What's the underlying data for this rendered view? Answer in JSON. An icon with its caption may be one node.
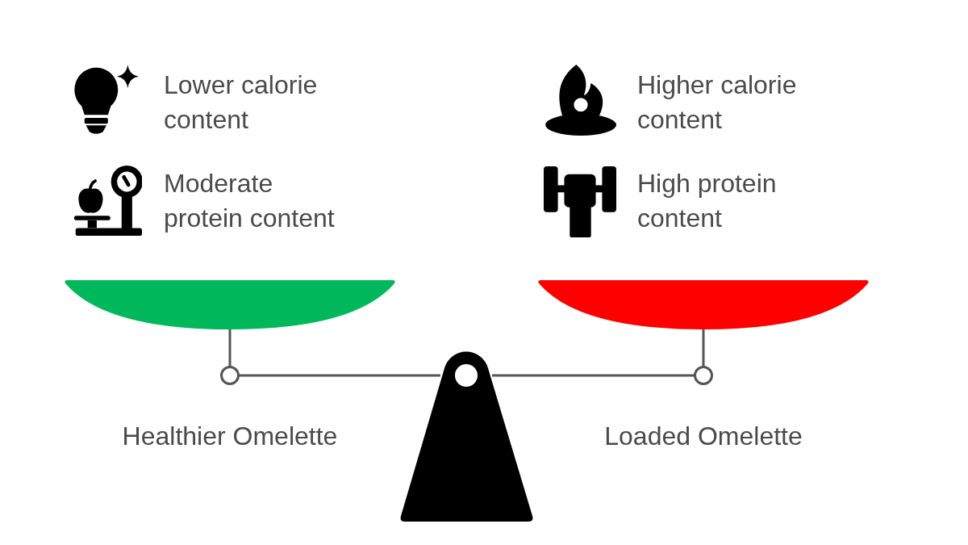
{
  "diagram": {
    "labels": [
      "Lower calorie content",
      "Higher calorie content",
      "Moderate protein content",
      "High protein content",
      "Healthier Omelette",
      "Loaded Omelette"
    ]
  }
}
